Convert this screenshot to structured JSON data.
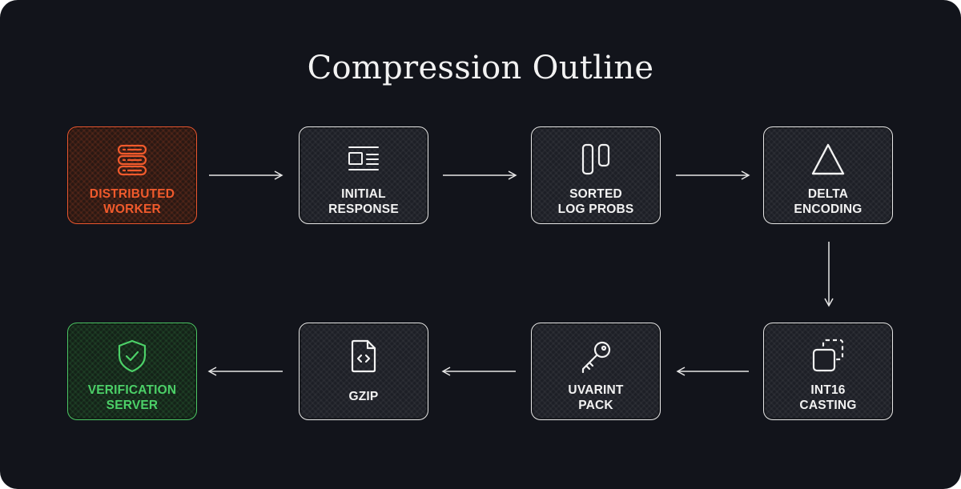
{
  "title": "Compression Outline",
  "colors": {
    "background": "#12141b",
    "node_border": "#e6e6e6",
    "start_accent": "#f05a2c",
    "end_accent": "#4cd068"
  },
  "nodes": [
    {
      "id": "distributed-worker",
      "icon": "server-stack-icon",
      "lines": [
        "DISTRIBUTED",
        "WORKER"
      ]
    },
    {
      "id": "initial-response",
      "icon": "document-layout-icon",
      "lines": [
        "INITIAL",
        "RESPONSE"
      ]
    },
    {
      "id": "sorted-log-probs",
      "icon": "bars-pause-icon",
      "lines": [
        "SORTED",
        "LOG PROBS"
      ]
    },
    {
      "id": "delta-encoding",
      "icon": "triangle-delta-icon",
      "lines": [
        "DELTA",
        "ENCODING"
      ]
    },
    {
      "id": "int16-casting",
      "icon": "resize-squares-icon",
      "lines": [
        "INT16",
        "CASTING"
      ]
    },
    {
      "id": "uvarint-pack",
      "icon": "key-icon",
      "lines": [
        "UVARINT",
        "PACK"
      ]
    },
    {
      "id": "gzip",
      "icon": "code-file-icon",
      "lines": [
        "GZIP"
      ]
    },
    {
      "id": "verification-server",
      "icon": "shield-check-icon",
      "lines": [
        "VERIFICATION",
        "SERVER"
      ]
    }
  ]
}
